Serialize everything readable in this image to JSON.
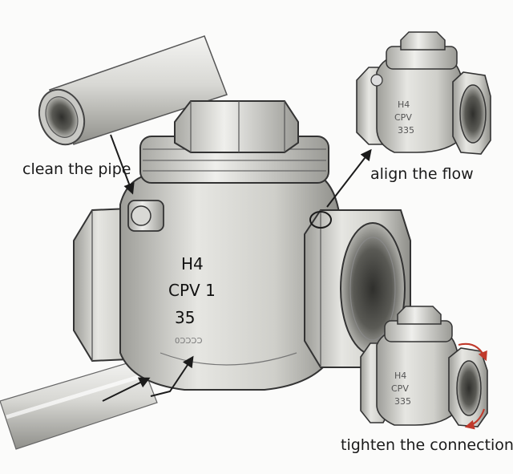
{
  "steps": {
    "clean": "clean the pipe",
    "align": "align the flow",
    "tighten": "tighten the connection"
  },
  "valve_markings": {
    "line1": "H4",
    "line2": "CPV 1",
    "line3": "35"
  },
  "small_valve_markings": {
    "top": [
      "H4",
      "CPV",
      "335"
    ],
    "bottom": [
      "H4",
      "CPV",
      "335"
    ]
  },
  "colors": {
    "metal_light": "#e9e9e6",
    "metal_mid": "#b9b9b4",
    "metal_dark": "#6e6e69",
    "ink": "#1b1b1b",
    "arrow_red": "#c0392b"
  }
}
